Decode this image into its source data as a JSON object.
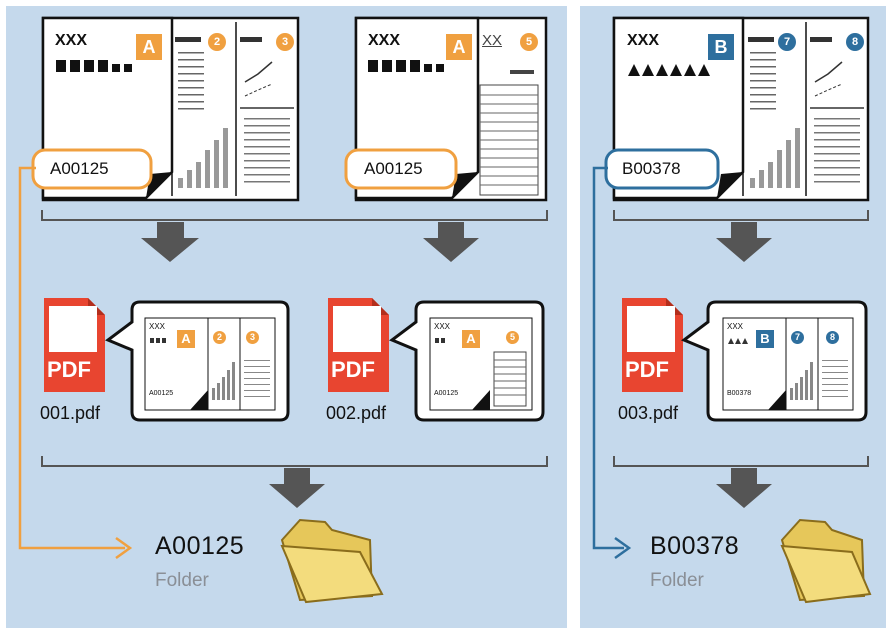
{
  "groups": [
    {
      "id": "A00125",
      "docs": [
        {
          "title": "XXX",
          "badge": "A",
          "pages": [
            "2",
            "3"
          ],
          "file": "001.pdf"
        },
        {
          "title": "XXX",
          "badge": "A",
          "pages": [
            "5"
          ],
          "header_text": "XX",
          "file": "002.pdf"
        }
      ],
      "folder_label": "A00125",
      "folder_caption": "Folder",
      "accent": "#f0a040"
    },
    {
      "id": "B00378",
      "docs": [
        {
          "title": "XXX",
          "badge": "B",
          "pages": [
            "7",
            "8"
          ],
          "file": "003.pdf"
        }
      ],
      "folder_label": "B00378",
      "folder_caption": "Folder",
      "accent": "#2e6f9e"
    }
  ],
  "pdf_label": "PDF",
  "mini_title": "XXX",
  "colors": {
    "panel_bg": "#c5d9ec",
    "badge_orange": "#f0a040",
    "badge_blue": "#2e6f9e",
    "pdf_red": "#e84530",
    "arrow_gray": "#555555"
  }
}
